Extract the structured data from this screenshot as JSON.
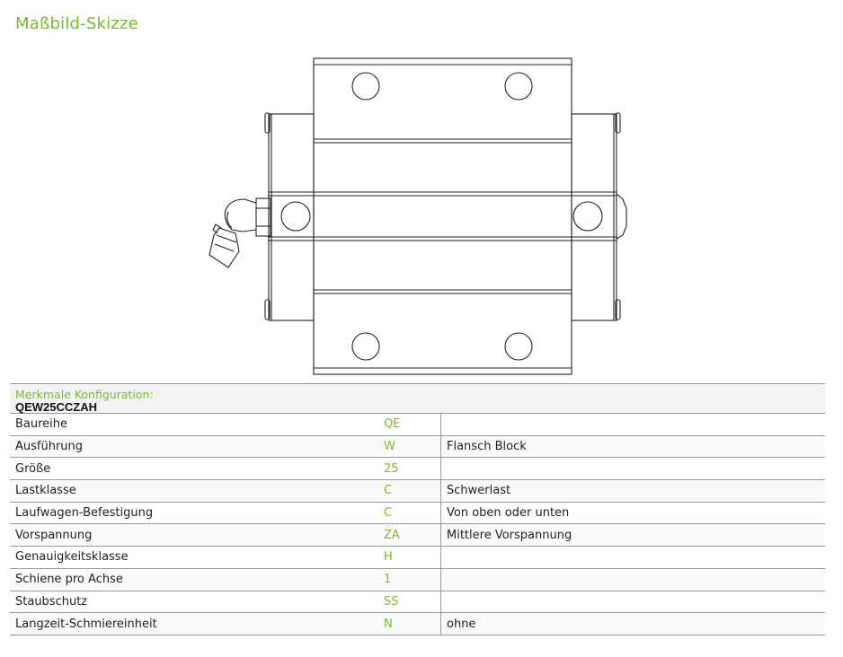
{
  "title": "Maßbild-Skizze",
  "config": {
    "label": "Merkmale Konfiguration:",
    "code": "QEW25CCZAH",
    "rows": [
      {
        "name": "Baureihe",
        "value": "QE",
        "desc": ""
      },
      {
        "name": "Ausführung",
        "value": "W",
        "desc": "Flansch Block"
      },
      {
        "name": "Größe",
        "value": "25",
        "desc": ""
      },
      {
        "name": "Lastklasse",
        "value": "C",
        "desc": "Schwerlast"
      },
      {
        "name": "Laufwagen-Befestigung",
        "value": "C",
        "desc": "Von oben oder unten"
      },
      {
        "name": "Vorspannung",
        "value": "ZA",
        "desc": "Mittlere Vorspannung"
      },
      {
        "name": "Genauigkeitsklasse",
        "value": "H",
        "desc": ""
      },
      {
        "name": "Schiene pro Achse",
        "value": "1",
        "desc": ""
      },
      {
        "name": "Staubschutz",
        "value": "SS",
        "desc": ""
      },
      {
        "name": "Langzeit-Schmiereinheit",
        "value": "N",
        "desc": "ohne"
      }
    ]
  },
  "colors": {
    "accent": "#7ab929",
    "line": "#222222"
  }
}
